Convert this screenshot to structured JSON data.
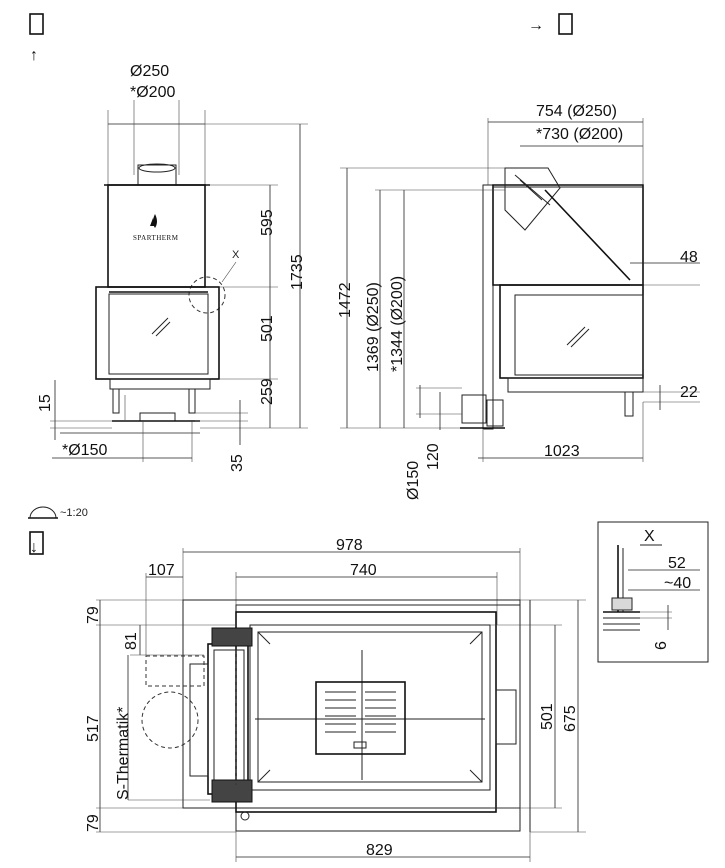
{
  "views": {
    "front": {
      "view_label": "↑"
    },
    "side": {
      "view_label": "→"
    },
    "top": {
      "view_label": "↓"
    }
  },
  "scale": {
    "label": "~1:20"
  },
  "brand": {
    "logo_text": "SPARTHERM"
  },
  "front_dims": {
    "flue_d": "Ø250",
    "flue_d_alt": "*Ø200",
    "d595": "595",
    "d501": "501",
    "d259": "259",
    "d1735": "1735",
    "d15": "15",
    "air_d": "*Ø150",
    "d35": "35",
    "detail_mark": "X"
  },
  "side_dims": {
    "d754": "754 (Ø250)",
    "d730": "*730 (Ø200)",
    "d48": "48",
    "d1472": "1472",
    "d1369": "1369 (Ø250)",
    "d1344": "*1344 (Ø200)",
    "d22": "22",
    "d150": "Ø150",
    "d120": "120",
    "d1023": "1023"
  },
  "top_dims": {
    "d978": "978",
    "d740": "740",
    "d107": "107",
    "d79a": "79",
    "d81": "81",
    "d517": "517",
    "thermatik": "S-Thermatik*",
    "d79b": "79",
    "d829": "829",
    "d501": "501",
    "d675": "675"
  },
  "detail": {
    "label": "X",
    "d52": "52",
    "d40": "~40",
    "d6": "6"
  }
}
